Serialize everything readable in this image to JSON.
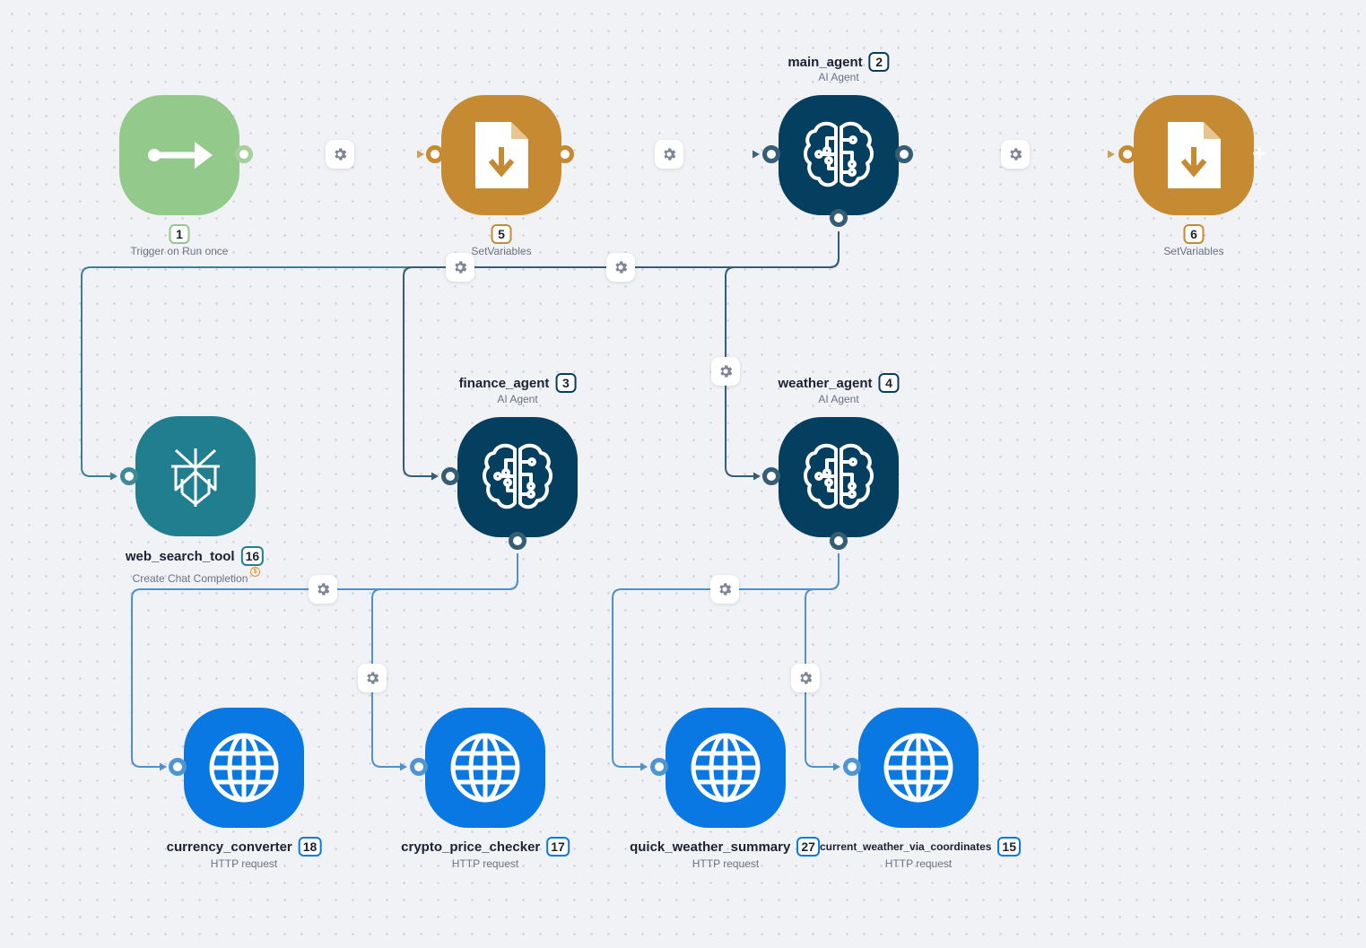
{
  "colors": {
    "trigger": "#93c98b",
    "setvariables": "#c58a32",
    "agent": "#053f5f",
    "perplexity": "#217e8e",
    "http": "#0a78e2",
    "edge_agent": "#2f5f78",
    "edge_http": "#4e95d4",
    "edge_tool": "#3d8a98",
    "edge_main": "#b89a5e"
  },
  "nodes": {
    "trigger": {
      "badge": "1",
      "subtitle": "Trigger on Run once",
      "icon": "arrow-right-icon"
    },
    "setvar5": {
      "badge": "5",
      "subtitle": "SetVariables",
      "icon": "file-download-icon"
    },
    "main_agent": {
      "title": "main_agent",
      "badge": "2",
      "subtitle": "AI Agent",
      "icon": "brain-icon"
    },
    "setvar6": {
      "badge": "6",
      "subtitle": "SetVariables",
      "icon": "file-download-icon"
    },
    "web_search_tool": {
      "title": "web_search_tool",
      "badge": "16",
      "subtitle": "Create Chat Completion",
      "icon": "perplexity-icon"
    },
    "finance_agent": {
      "title": "finance_agent",
      "badge": "3",
      "subtitle": "AI Agent",
      "icon": "brain-icon"
    },
    "weather_agent": {
      "title": "weather_agent",
      "badge": "4",
      "subtitle": "AI Agent",
      "icon": "brain-icon"
    },
    "currency_converter": {
      "title": "currency_converter",
      "badge": "18",
      "subtitle": "HTTP request",
      "icon": "globe-icon"
    },
    "crypto_price_checker": {
      "title": "crypto_price_checker",
      "badge": "17",
      "subtitle": "HTTP request",
      "icon": "globe-icon"
    },
    "quick_weather_summary": {
      "title": "quick_weather_summary",
      "badge": "27",
      "subtitle": "HTTP request",
      "icon": "globe-icon"
    },
    "current_weather": {
      "title": "current_weather_via_coordinates",
      "badge": "15",
      "subtitle": "HTTP request",
      "icon": "globe-icon"
    }
  }
}
